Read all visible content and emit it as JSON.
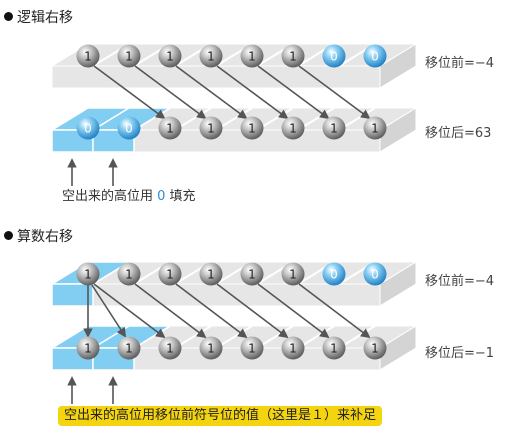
{
  "logical": {
    "title": "逻辑右移",
    "before": {
      "label": "移位前=−4",
      "bits": [
        "1",
        "1",
        "1",
        "1",
        "1",
        "1",
        "0",
        "0"
      ]
    },
    "after": {
      "label": "移位后=63",
      "bits": [
        "0",
        "0",
        "1",
        "1",
        "1",
        "1",
        "1",
        "1"
      ]
    },
    "note_parts": [
      "空出来的高位用 ",
      "0",
      " 填充"
    ]
  },
  "arithmetic": {
    "title": "算数右移",
    "before": {
      "label": "移位前=−4",
      "bits": [
        "1",
        "1",
        "1",
        "1",
        "1",
        "1",
        "0",
        "0"
      ]
    },
    "after": {
      "label": "移位后=−1",
      "bits": [
        "1",
        "1",
        "1",
        "1",
        "1",
        "1",
        "1",
        "1"
      ]
    },
    "note": "空出来的高位用移位前符号位的值（这里是１）来补足"
  },
  "colors": {
    "ball_grey": "#8d8d8d",
    "ball_blue": "#2f9fe0",
    "tray": "#e6e6e6",
    "highlight": "#82cdf2",
    "arrow": "#555555",
    "note_bg": "#f4d40f"
  }
}
